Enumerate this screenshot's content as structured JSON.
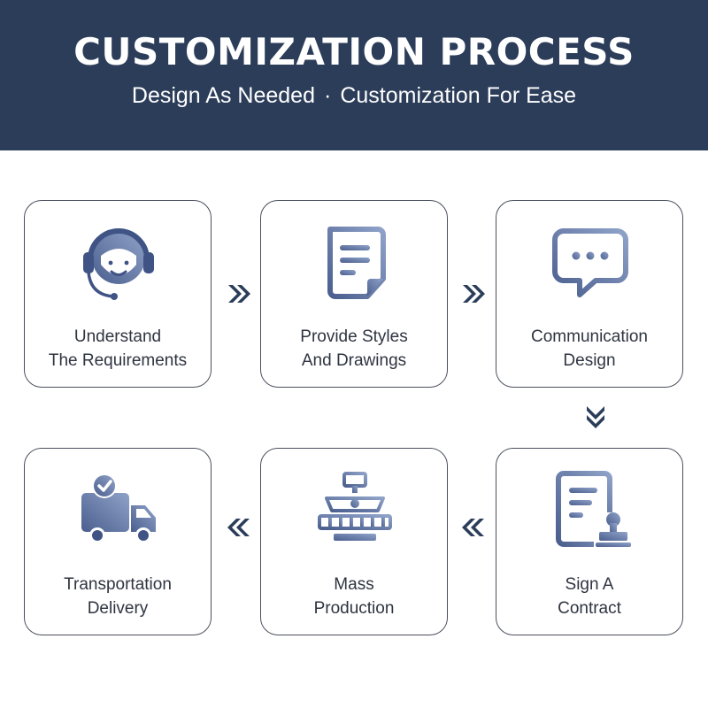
{
  "header": {
    "title": "CUSTOMIZATION PROCESS",
    "subtitle_left": "Design As Needed",
    "subtitle_separator": "·",
    "subtitle_right": "Customization For Ease"
  },
  "colors": {
    "banner": "#2c3d5a",
    "icon_gradient_start": "#4b5f8f",
    "icon_gradient_end": "#8fa2c8",
    "arrow": "#2c3d5a",
    "card_border": "#4a4f5c",
    "text": "#2e3440"
  },
  "steps": [
    {
      "line1": "Understand",
      "line2": "The Requirements",
      "icon": "headset-agent-icon"
    },
    {
      "line1": "Provide Styles",
      "line2": "And Drawings",
      "icon": "document-icon"
    },
    {
      "line1": "Communication",
      "line2": "Design",
      "icon": "chat-bubble-icon"
    },
    {
      "line1": "Sign A",
      "line2": "Contract",
      "icon": "contract-stamp-icon"
    },
    {
      "line1": "Mass",
      "line2": "Production",
      "icon": "production-machine-icon"
    },
    {
      "line1": "Transportation",
      "line2": "Delivery",
      "icon": "delivery-truck-icon"
    }
  ],
  "arrows": [
    "right",
    "right",
    "down",
    "left",
    "left"
  ]
}
